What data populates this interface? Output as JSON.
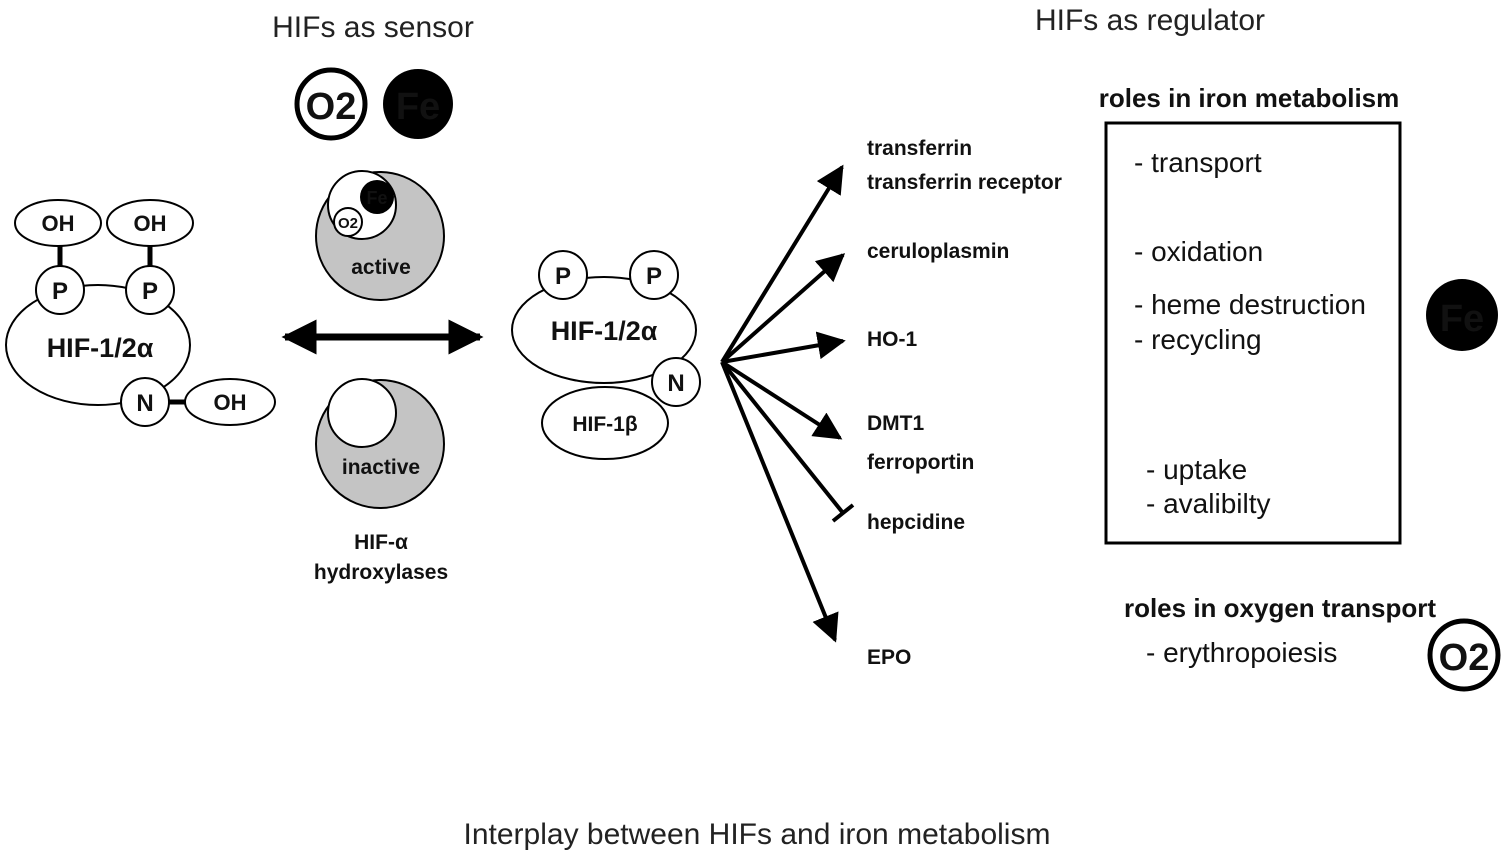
{
  "sensor": {
    "title": "HIFs as sensor",
    "o2_symbol": "O2",
    "fe_symbol": "Fe"
  },
  "regulator": {
    "title": "HIFs as regulator"
  },
  "left_complex": {
    "main_label": "HIF-1/2α",
    "oh_a": "OH",
    "oh_b": "OH",
    "oh_c": "OH",
    "p_a": "P",
    "p_b": "P",
    "n": "N"
  },
  "right_complex": {
    "main_label": "HIF-1/2α",
    "p_a": "P",
    "p_b": "P",
    "n": "N",
    "partner": "HIF-1β"
  },
  "hydroxylase": {
    "active_label": "active",
    "inactive_label": "inactive",
    "fe_symbol": "Fe",
    "o2_symbol": "O2",
    "caption_line1": "HIF-α",
    "caption_line2": "hydroxylases"
  },
  "targets": {
    "transferrin": "transferrin",
    "transferrin_receptor": "transferrin receptor",
    "ceruloplasmin": "ceruloplasmin",
    "ho1": "HO-1",
    "dmt1": "DMT1",
    "ferroportin": "ferroportin",
    "hepcidine": "hepcidine",
    "epo": "EPO"
  },
  "iron_roles": {
    "title": "roles in iron metabolism",
    "transport": "- transport",
    "oxidation": "- oxidation",
    "heme_destruction": "- heme destruction",
    "recycling": "- recycling",
    "uptake": "- uptake",
    "availability": "- avalibilty",
    "fe_symbol": "Fe"
  },
  "oxygen_roles": {
    "title": "roles in oxygen transport",
    "erythropoiesis": "- erythropoiesis",
    "o2_symbol": "O2"
  },
  "caption": "Interplay between HIFs and iron metabolism",
  "colors": {
    "black": "#000000",
    "gray": "#c4c4c4",
    "white": "#ffffff"
  }
}
